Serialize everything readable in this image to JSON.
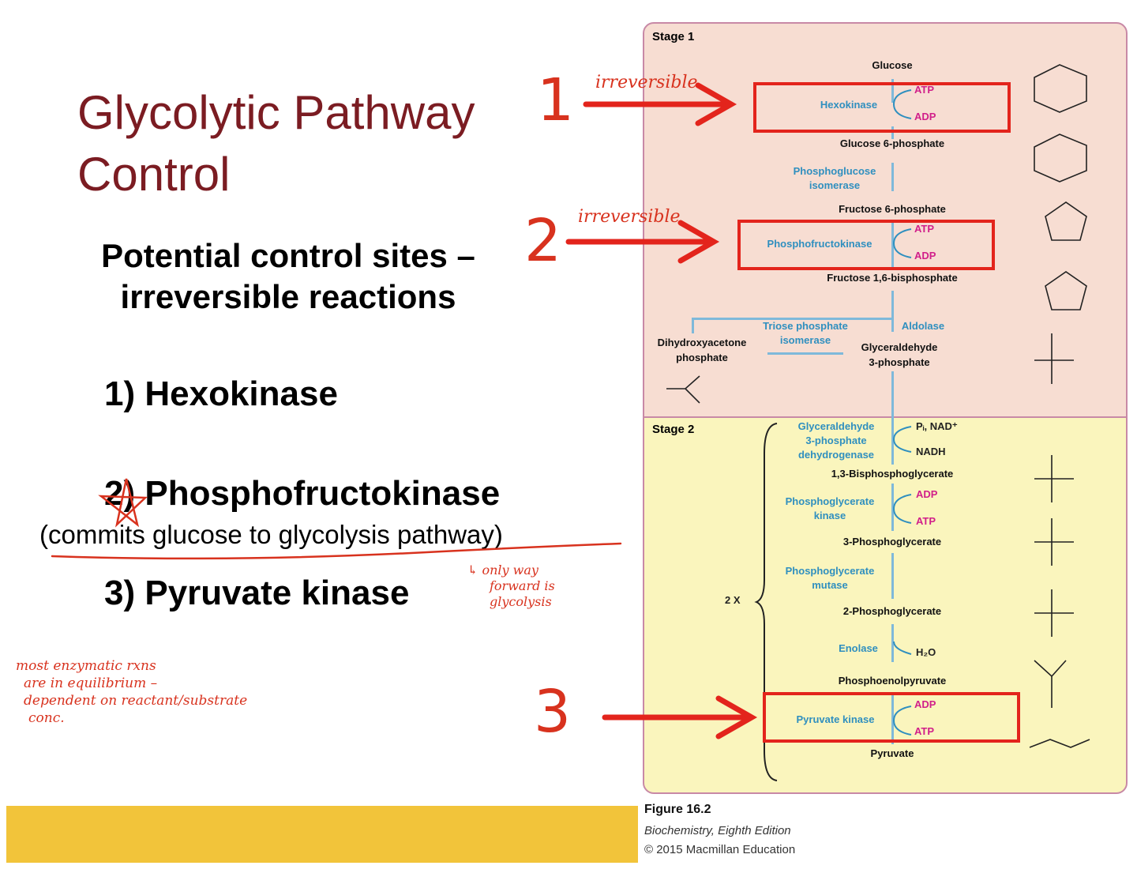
{
  "slide": {
    "title_line1": "Glycolytic Pathway",
    "title_line2": "Control",
    "subtitle_line1": "Potential control sites –",
    "subtitle_line2": "irreversible reactions",
    "items": [
      "1) Hexokinase",
      "2) Phosphofructokinase",
      "3) Pyruvate kinase"
    ],
    "note": "(commits glucose to glycolysis pathway)"
  },
  "handwriting": {
    "num1": "1",
    "num2": "2",
    "num3": "3",
    "irreversible1": "irreversible",
    "irreversible2": "irreversible",
    "side_note_lines": [
      "↳ only way",
      "forward is",
      "glycolysis"
    ],
    "bottom_note_lines": [
      "most enzymatic rxns",
      "are in equilibrium –",
      "dependent on reactant/substrate",
      "conc."
    ]
  },
  "figure": {
    "stage1_label": "Stage 1",
    "stage2_label": "Stage 2",
    "multiplier": "2 X",
    "metabolites": {
      "glucose": "Glucose",
      "g6p": "Glucose 6-phosphate",
      "f6p": "Fructose 6-phosphate",
      "f16bp": "Fructose 1,6-bisphosphate",
      "dhap": "Dihydroxyacetone\nphosphate",
      "gap": "Glyceraldehyde\n3-phosphate",
      "bpg13": "1,3-Bisphosphoglycerate",
      "pg3": "3-Phosphoglycerate",
      "pg2": "2-Phosphoglycerate",
      "pep": "Phosphoenolpyruvate",
      "pyruvate": "Pyruvate"
    },
    "enzymes": {
      "hexokinase": "Hexokinase",
      "pgi": "Phosphoglucose\nisomerase",
      "pfk": "Phosphofructokinase",
      "aldolase": "Aldolase",
      "tpi": "Triose phosphate\nisomerase",
      "gapdh": "Glyceraldehyde\n3-phosphate\ndehydrogenase",
      "pgk": "Phosphoglycerate\nkinase",
      "pgm": "Phosphoglycerate\nmutase",
      "enolase": "Enolase",
      "pk": "Pyruvate kinase"
    },
    "cofactors": {
      "atp": "ATP",
      "adp": "ADP",
      "pi_nad": "Pᵢ, NAD⁺",
      "nadh": "NADH",
      "h2o": "H₂O"
    },
    "caption_title": "Figure 16.2",
    "caption_book": "Biochemistry, Eighth Edition",
    "caption_copyright": "© 2015 Macmillan Education"
  },
  "colors": {
    "title": "#7b1c22",
    "stage1_bg": "#f7ddd2",
    "stage2_bg": "#faf5bd",
    "enzyme": "#2f8fbf",
    "cofactor": "#d11f8a",
    "annotation_red": "#e3241c",
    "footer_bar": "#f2c43a"
  }
}
